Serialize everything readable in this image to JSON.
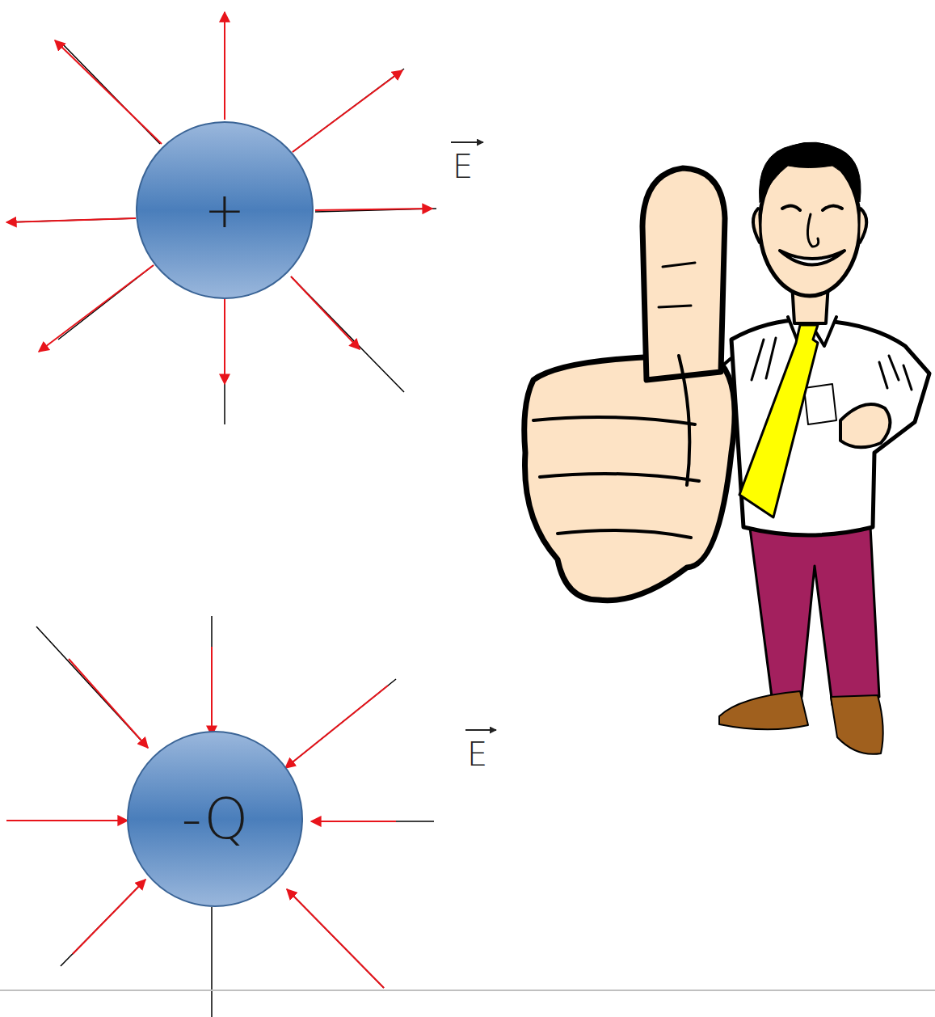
{
  "diagram": {
    "nodes": [
      {
        "text": [
          "+"
        ]
      },
      {
        "text": [
          "-Q"
        ]
      }
    ],
    "labels": [
      "E",
      "E"
    ]
  }
}
